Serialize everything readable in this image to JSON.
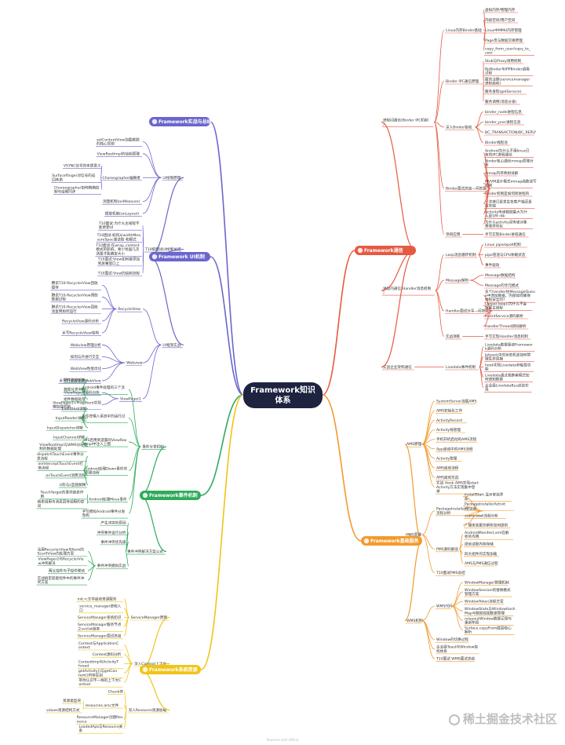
{
  "center": "Framework知识\n体系",
  "watermark": "稀土掘金技术社区",
  "footer": "Powered with XMind",
  "colors": {
    "center": "#1e2340",
    "red": "#e55a42",
    "purple": "#6b66cc",
    "green": "#2faa5a",
    "orange": "#f29a2e",
    "yellow": "#f0c419"
  },
  "branches": [
    {
      "id": "b1",
      "label": "Framework实战与总结",
      "color": "purple",
      "children": []
    },
    {
      "id": "b2",
      "label": "Framework通信",
      "color": "red",
      "children": [
        {
          "label": "进程间通信(Binder IPC机制)",
          "children": [
            {
              "label": "Linux内存Binder基础",
              "children": [
                {
                  "label": "虚拟内存/物理内存"
                },
                {
                  "label": "内核空间/用户空间"
                },
                {
                  "label": "Linux中MMU内存管理"
                },
                {
                  "label": "Page页与数据交换原理"
                },
                {
                  "label": "copy_from_user/copy_to_user"
                }
              ]
            },
            {
              "label": "Binder IPC通信原理",
              "children": [
                {
                  "label": "Stub与Proxy调用机制"
                },
                {
                  "label": "BpBinder与IPPBinder调用过程"
                },
                {
                  "label": "服务注册(servicemanager进程启动)"
                },
                {
                  "label": "服务发现(getService)"
                },
                {
                  "label": "服务调用(消息分发)"
                }
              ]
            },
            {
              "label": "深入Binder驱动",
              "children": [
                {
                  "label": "binder_node进程信息"
                },
                {
                  "label": "binder_proc进程信息"
                },
                {
                  "label": "BC_TRANSACTION/BC_REPLY"
                },
                {
                  "label": "Binder线程池"
                }
              ]
            },
            {
              "label": "Binder面试总结—问答篇",
              "children": [
                {
                  "label": "Android为什么不用linux已有的IPC进程通信"
                },
                {
                  "label": "Binder核心通信mmap原理分析"
                },
                {
                  "label": "mmap内存映射详解"
                },
                {
                  "label": "MVVM设计模式mmap函数读写机制"
                },
                {
                  "label": "Binder机制是如何跨进程的"
                },
                {
                  "label": "一次拷贝是发生在客户端还是服务端"
                },
                {
                  "label": "Activity传递数据最大为什么是1M~8k"
                },
                {
                  "label": "为什么activity间传递对象需要序列化"
                }
              ]
            },
            {
              "label": "项目应用",
              "children": [
                {
                  "label": "手写实现Binder进程通信"
                }
              ]
            }
          ]
        },
        {
          "label": "进程内通信(Handler消息机制)",
          "children": [
            {
              "label": "Loop消息循环机制",
              "children": [
                {
                  "label": "Linux pipe/epoll机制"
                },
                {
                  "label": "pipe管道与CPU休眠状态"
                },
                {
                  "label": "事件驱动"
                }
              ]
            },
            {
              "label": "Message解析",
              "children": [
                {
                  "label": "Message数据结构"
                },
                {
                  "label": "Message的享元模式"
                }
              ]
            },
            {
              "label": "Handler面试分享—问答篇",
              "children": [
                {
                  "label": "多个handler往MessageQueue中添加数据，内部如何确保线程安全的？"
                },
                {
                  "label": "Looper.loop()为什么不会阻塞主线程"
                },
                {
                  "label": "IntentService源码解析"
                },
                {
                  "label": "HandlerThread源码解析"
                }
              ]
            },
            {
              "label": "实战演练",
              "children": [
                {
                  "label": "手写实现Handler消息机制"
                }
              ]
            }
          ]
        },
        {
          "label": "实战企业架构通信",
          "children": [
            {
              "label": "Livedata事件机制",
              "children": [
                {
                  "label": "Livedata数据驱动Framework源码分析"
                },
                {
                  "label": "Jetpack中的状态机是如何管理生命周期"
                },
                {
                  "label": "hook实现Livedata非粘性功能"
                },
                {
                  "label": "Livedata通过观察者模式如何感知数据"
                },
                {
                  "label": "企业级LivedataBus封装实现"
                }
              ]
            }
          ]
        }
      ]
    },
    {
      "id": "b3",
      "label": "Framework UI机制",
      "color": "purple",
      "children": [
        {
          "label": "UI绘制原理",
          "children": [
            {
              "label": "setContentView加载数据的核心思想"
            },
            {
              "label": "ViewRootImpl的绘制原理"
            },
            {
              "label": "Choreographer编舞者",
              "children": [
                {
                  "label": "VSYNC信号的本质意义"
                },
                {
                  "label": "Surfaceflinger对信号的返回本质"
                },
                {
                  "label": "Choreographer如何精确控制与绘制同步"
                }
              ]
            },
            {
              "label": "测量机制(onMeasure)"
            },
            {
              "label": "摆放机制(onLayout)"
            }
          ]
        },
        {
          "label": "T10级面试UI绘制总结",
          "children": [
            {
              "label": "T10面试:为什么主线程不能更新UI"
            },
            {
              "label": "T10面试:如何从widthMeasureSpec里读取 和模式"
            },
            {
              "label": "T10面试:在wrap_content模式的影响，要少绘画几次测量才能确定大小"
            },
            {
              "label": "T10面试:View如何被添加到屏幕窗口上"
            },
            {
              "label": "T10面试:View的绘制流程"
            }
          ]
        },
        {
          "label": "UI框架实战",
          "children": [
            {
              "label": "RecycleView",
              "children": [
                {
                  "label": "腾讯T10-RecyclerView回收缓存"
                },
                {
                  "label": "腾讯T10-RecyclerView预取数据过程"
                },
                {
                  "label": "腾讯T10-RecyclerView回收池复用如何运行"
                },
                {
                  "label": "RecycleView源码分析"
                },
                {
                  "label": "手写RecycleView架构"
                }
              ]
            },
            {
              "label": "Webview",
              "children": [
                {
                  "label": "Webview原理分析"
                },
                {
                  "label": "如何与外进行交互"
                },
                {
                  "label": "WebView性能优化"
                },
                {
                  "label": "手写打造高性能WebView"
                }
              ]
            },
            {
              "label": "ViewPager2",
              "children": [
                {
                  "label": "ViewPager2源码分析"
                },
                {
                  "label": "ViewPager2+Fragment实现懒加载机制"
                }
              ]
            }
          ]
        }
      ]
    },
    {
      "id": "b4",
      "label": "Framework基础服务",
      "color": "orange",
      "children": [
        {
          "label": "AMS原理",
          "children": [
            {
              "label": "SystemServer加载AMS"
            },
            {
              "label": "AMS初始化工作"
            },
            {
              "label": "ActivityRecord"
            },
            {
              "label": "Activity栈管理"
            },
            {
              "label": "手机开机启动的AMS流程"
            },
            {
              "label": "App启动中的AMS流程"
            },
            {
              "label": "Activity管理"
            },
            {
              "label": "AMS启动流程"
            },
            {
              "label": "AMS启动实战"
            },
            {
              "label": "实战 Hook AMS实现startActivity方法实现集中登录"
            }
          ]
        },
        {
          "label": "PMS原理",
          "children": [
            {
              "label": "PackageInstaller安装器流程分析",
              "children": [
                {
                  "label": "installStart 显示安装界面"
                },
                {
                  "label": "PackageInstallerActivity"
                },
                {
                  "label": "startInstall流程分析"
                },
                {
                  "label": "广播安装服务解析如何提供"
                }
              ]
            },
            {
              "label": "PMS源码解读",
              "children": [
                {
                  "label": "AndroidManifest.xml在解析的作用"
                },
                {
                  "label": "提前读取内存存储"
                },
                {
                  "label": "四大组件的实现加载"
                },
                {
                  "label": "AMS与PMS通信过程"
                }
              ]
            },
            {
              "label": "T10面试PMS总结"
            }
          ]
        },
        {
          "label": "WMS机制",
          "children": [
            {
              "label": "WMS代码",
              "children": [
                {
                  "label": "WindowManager管理机制"
                },
                {
                  "label": "WindowSession的替换模式管理方案"
                },
                {
                  "label": "WindowToken流程方案"
                },
                {
                  "label": "WindowState与WindowHashMap与数据视图数据管理"
                },
                {
                  "label": "relayoutWindow数据记录与重新布局"
                },
                {
                  "label": "Surface.copyFrom底层核心解析"
                }
              ]
            },
            {
              "label": "Window的切换过程"
            },
            {
              "label": "企业级Toast与Window架构体系"
            },
            {
              "label": "T10面试 WMS面试总结"
            }
          ]
        }
      ]
    },
    {
      "id": "b5",
      "label": "Framework事件机制",
      "color": "green",
      "children": [
        {
          "label": "事件分发机制",
          "children": [
            {
              "label": "android事件处理的三个流程",
              "children": [
                {
                  "label": "硬件数据采集"
                },
                {
                  "label": "数据分发中转"
                },
                {
                  "label": "组件数据处理"
                }
              ]
            },
            {
              "label": "事件在输入系统中的运行过程",
              "children": [
                {
                  "label": "EventHub详解"
                },
                {
                  "label": "InputReader详解"
                },
                {
                  "label": "InputDispatcher详解"
                }
              ]
            },
            {
              "label": "IMS启用到遗漏的ViewRootImpl中注入上面",
              "children": [
                {
                  "label": "InputChannel详解"
                },
                {
                  "label": "ViewRootImpl与WMS分层机制的数据处理"
                }
              ]
            },
            {
              "label": "Android处理Down事件的原理流程",
              "children": [
                {
                  "label": "dispatchTouchEvent事件分发流程"
                },
                {
                  "label": "onInterceptTouchEvent打断流程"
                },
                {
                  "label": "onTouchEvent消费流程"
                },
                {
                  "label": "U形与L型链解释"
                }
              ]
            },
            {
              "label": "Android处理Move事件",
              "children": [
                {
                  "label": "TouchTarget的事件链表作用"
                },
                {
                  "label": "链表调用与消息回传调用的空间"
                }
              ]
            },
            {
              "label": "手写模拟Android事件分发架构"
            }
          ]
        },
        {
          "label": "事件冲突解决方案公式",
          "children": [
            {
              "label": "产生冲突的原因"
            },
            {
              "label": "冲突事件设计分析"
            },
            {
              "label": "事件冲突优先级"
            },
            {
              "label": "事件冲突模拟实战",
              "children": [
                {
                  "label": "活用RecyclerView与Item的ScorllView的处理方案"
                },
                {
                  "label": "ViewPager2与RecyclerView冲突解决"
                },
                {
                  "label": "两父控件与子控件联动"
                },
                {
                  "label": "实战搞定嵌套控件中的事件冲突方案"
                }
              ]
            }
          ]
        }
      ]
    },
    {
      "id": "b6",
      "label": "Framework系统资源",
      "color": "yellow",
      "children": [
        {
          "label": "ServiceManager原理",
          "children": [
            {
              "label": "init.rc文件启动资源服务"
            },
            {
              "label": "service_manager进程入口"
            },
            {
              "label": "ServiceManager系统初识"
            },
            {
              "label": "ServiceManager服务节点之svclist链表"
            },
            {
              "label": "ServiceManager面试总结"
            }
          ]
        },
        {
          "label": "深入Context上下文",
          "children": [
            {
              "label": "Context与ApplicationContext"
            },
            {
              "label": "Context源码分析"
            },
            {
              "label": "ContextImp与ActivityThread"
            },
            {
              "label": "getActivity()与getContext()内存区别"
            },
            {
              "label": "带你认识不一样的上下文Context"
            }
          ]
        },
        {
          "label": "深入Resource资源加载",
          "children": [
            {
              "label": "Chunk块"
            },
            {
              "label": "resources.arsc文件",
              "children": [
                {
                  "label": "资源类型块"
                },
                {
                  "label": "values资源结构方式"
                }
              ]
            },
            {
              "label": "ResourceManager创建Resource"
            },
            {
              "label": "LoadedApk与Resource关系"
            }
          ]
        }
      ]
    }
  ]
}
